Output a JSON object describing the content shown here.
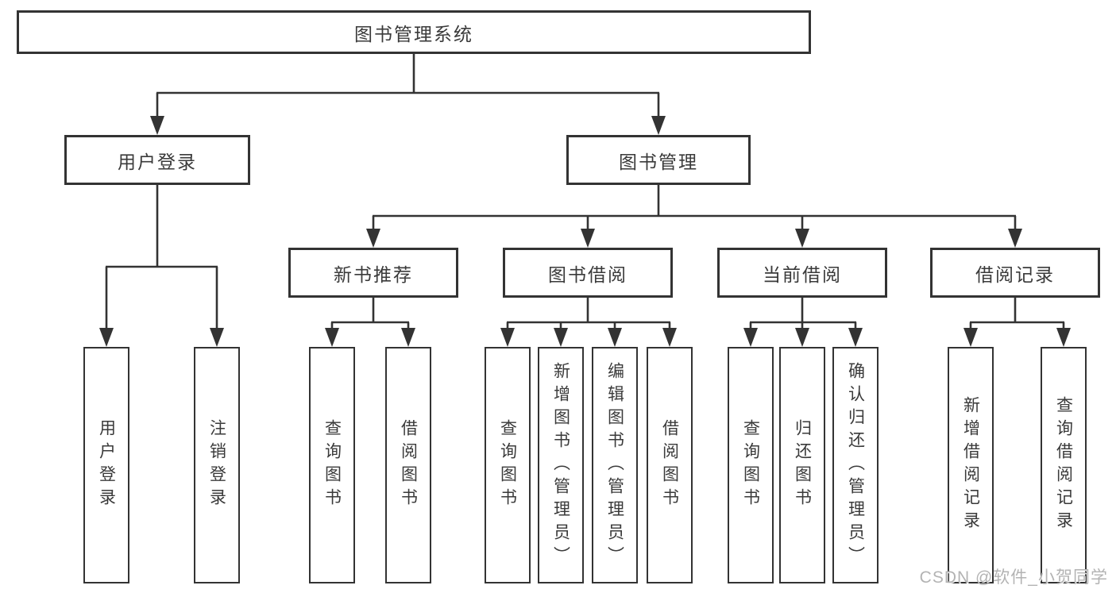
{
  "tree": {
    "root": {
      "label": "图书管理系统"
    },
    "branches": [
      {
        "label": "用户登录",
        "children": [
          {
            "label": "用户登录"
          },
          {
            "label": "注销登录"
          }
        ]
      },
      {
        "label": "图书管理",
        "children": [
          {
            "label": "新书推荐",
            "children": [
              {
                "label": "查询图书"
              },
              {
                "label": "借阅图书"
              }
            ]
          },
          {
            "label": "图书借阅",
            "children": [
              {
                "label": "查询图书"
              },
              {
                "label": "新增图书（管理员）"
              },
              {
                "label": "编辑图书（管理员）"
              },
              {
                "label": "借阅图书"
              }
            ]
          },
          {
            "label": "当前借阅",
            "children": [
              {
                "label": "查询图书"
              },
              {
                "label": "归还图书"
              },
              {
                "label": "确认归还（管理员）"
              }
            ]
          },
          {
            "label": "借阅记录",
            "children": [
              {
                "label": "新增借阅记录"
              },
              {
                "label": "查询借阅记录"
              }
            ]
          }
        ]
      }
    ]
  },
  "watermark": {
    "text": "CSDN @软件_小贺同学"
  },
  "colors": {
    "line": "#333333",
    "text": "#3a3a3a",
    "bg": "#ffffff",
    "watermark": "#b3b3b3"
  }
}
